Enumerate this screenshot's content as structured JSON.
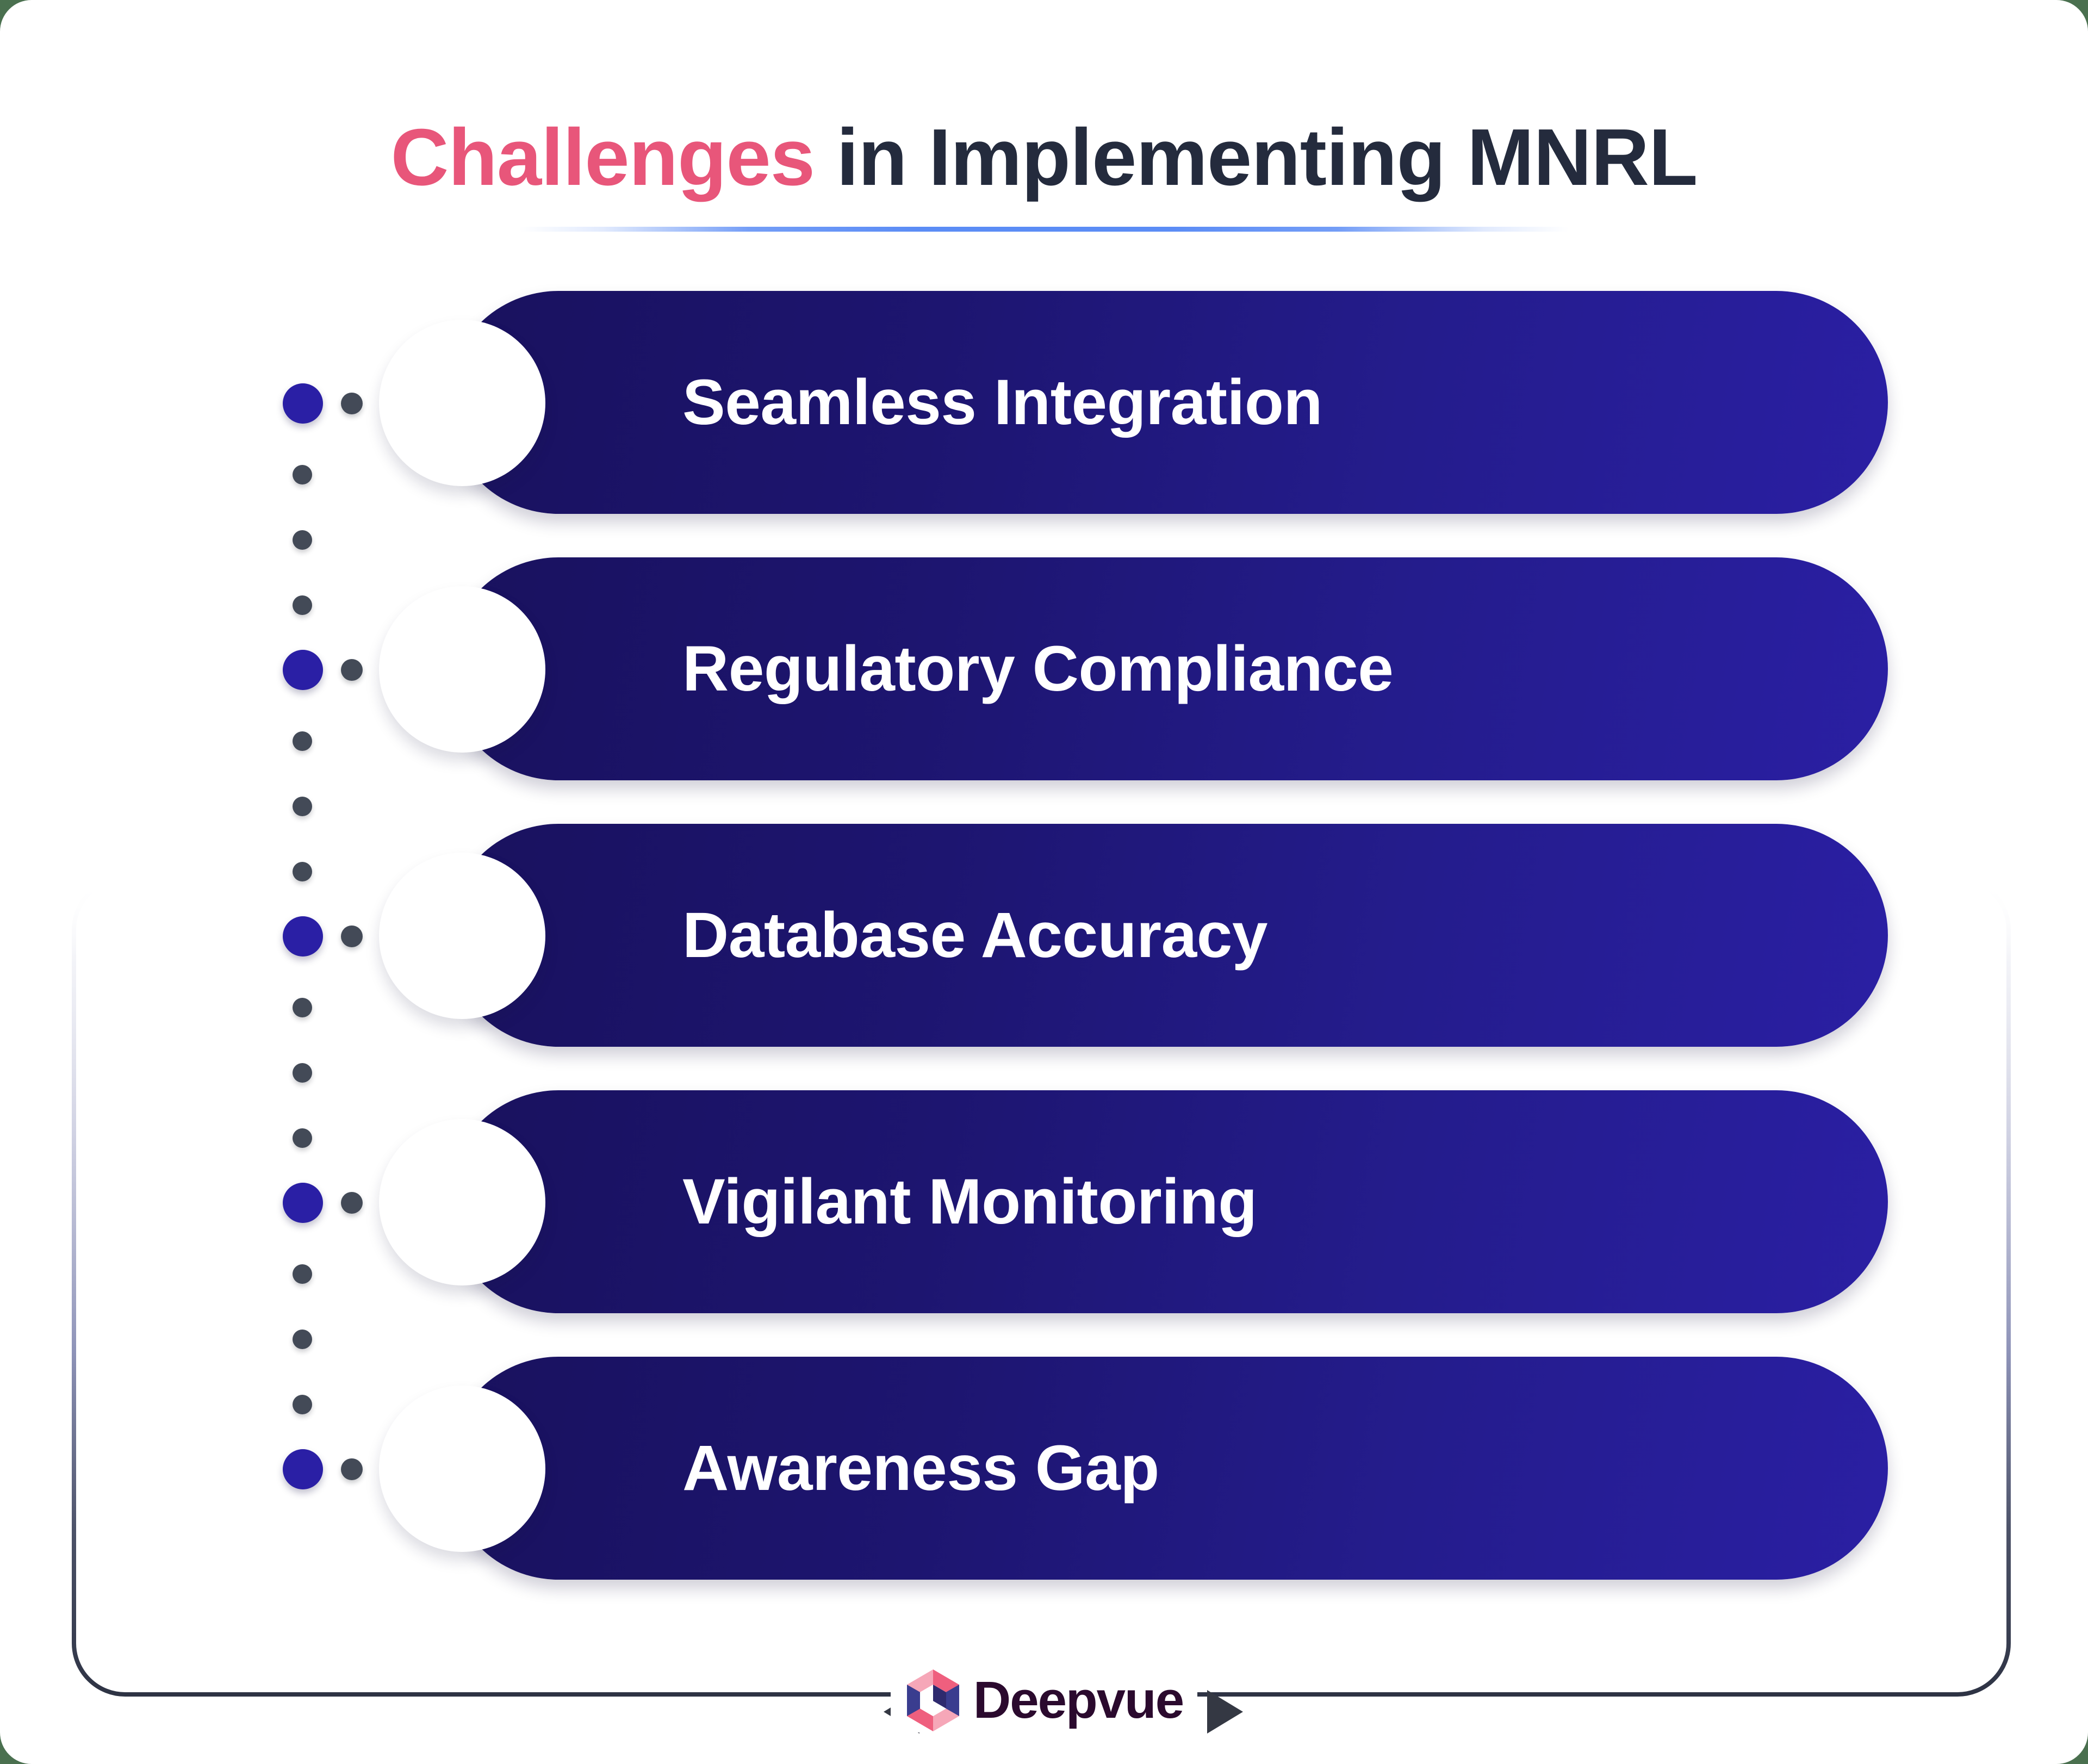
{
  "theme": {
    "backdrop_green": "#4a704f",
    "card_white": "#ffffff",
    "accent_pink": "#e8567a",
    "title_navy": "#242b3d",
    "pill_gradient_start": "#19115e",
    "pill_gradient_end": "#2a1fa3",
    "dot_indigo": "#2a1fa5",
    "dot_gray": "#434a57",
    "divider_blue": "#5b8cf5",
    "frame_dark": "#2e3344",
    "logo_text": "#2b0a2e"
  },
  "header": {
    "title_accent": "Challenges",
    "title_rest": " in Implementing MNRL",
    "divider": "gradient-divider"
  },
  "items": [
    {
      "label": "Seamless Integration"
    },
    {
      "label": "Regulatory Compliance"
    },
    {
      "label": "Database Accuracy"
    },
    {
      "label": "Vigilant Monitoring"
    },
    {
      "label": "Awareness Gap"
    }
  ],
  "footer": {
    "brand": "Deepvue",
    "mark": "hexagon-logo-icon",
    "arrow_left": "arrow-left-icon",
    "arrow_right": "arrow-right-icon"
  }
}
